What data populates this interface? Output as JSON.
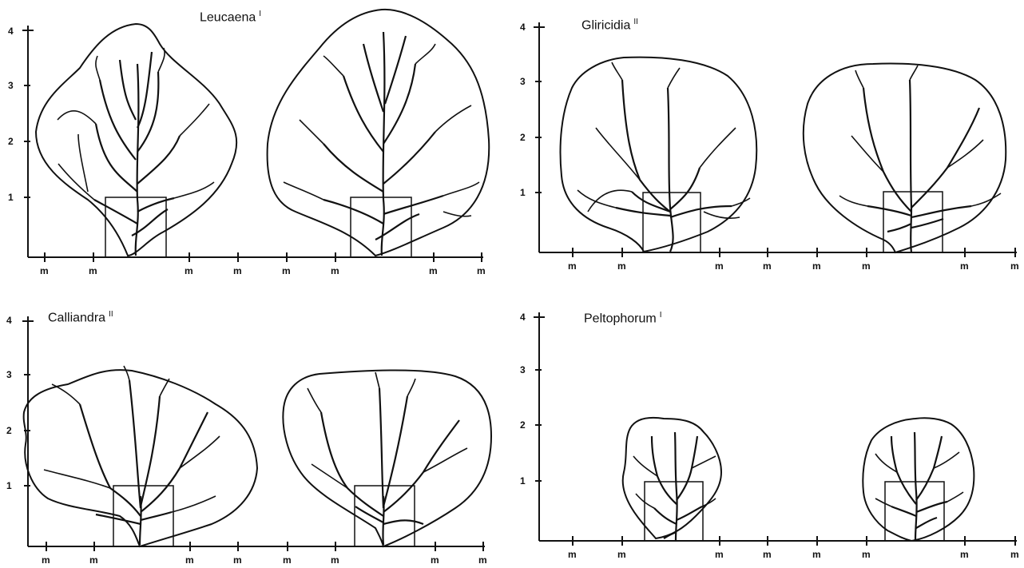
{
  "panels": [
    {
      "id": "leucaena",
      "title": "Leucaena",
      "mark": "I",
      "y_ticks": [
        "1",
        "2",
        "3",
        "4"
      ],
      "x_tick_label": "m"
    },
    {
      "id": "gliricidia",
      "title": "Gliricidia",
      "mark": "II",
      "y_ticks": [
        "1",
        "2",
        "3",
        "4"
      ],
      "x_tick_label": "m"
    },
    {
      "id": "calliandra",
      "title": "Calliandra",
      "mark": "II",
      "y_ticks": [
        "1",
        "2",
        "3",
        "4"
      ],
      "x_tick_label": "m"
    },
    {
      "id": "peltophorum",
      "title": "Peltophorum",
      "mark": "I",
      "y_ticks": [
        "1",
        "2",
        "3",
        "4"
      ],
      "x_tick_label": "m"
    }
  ]
}
